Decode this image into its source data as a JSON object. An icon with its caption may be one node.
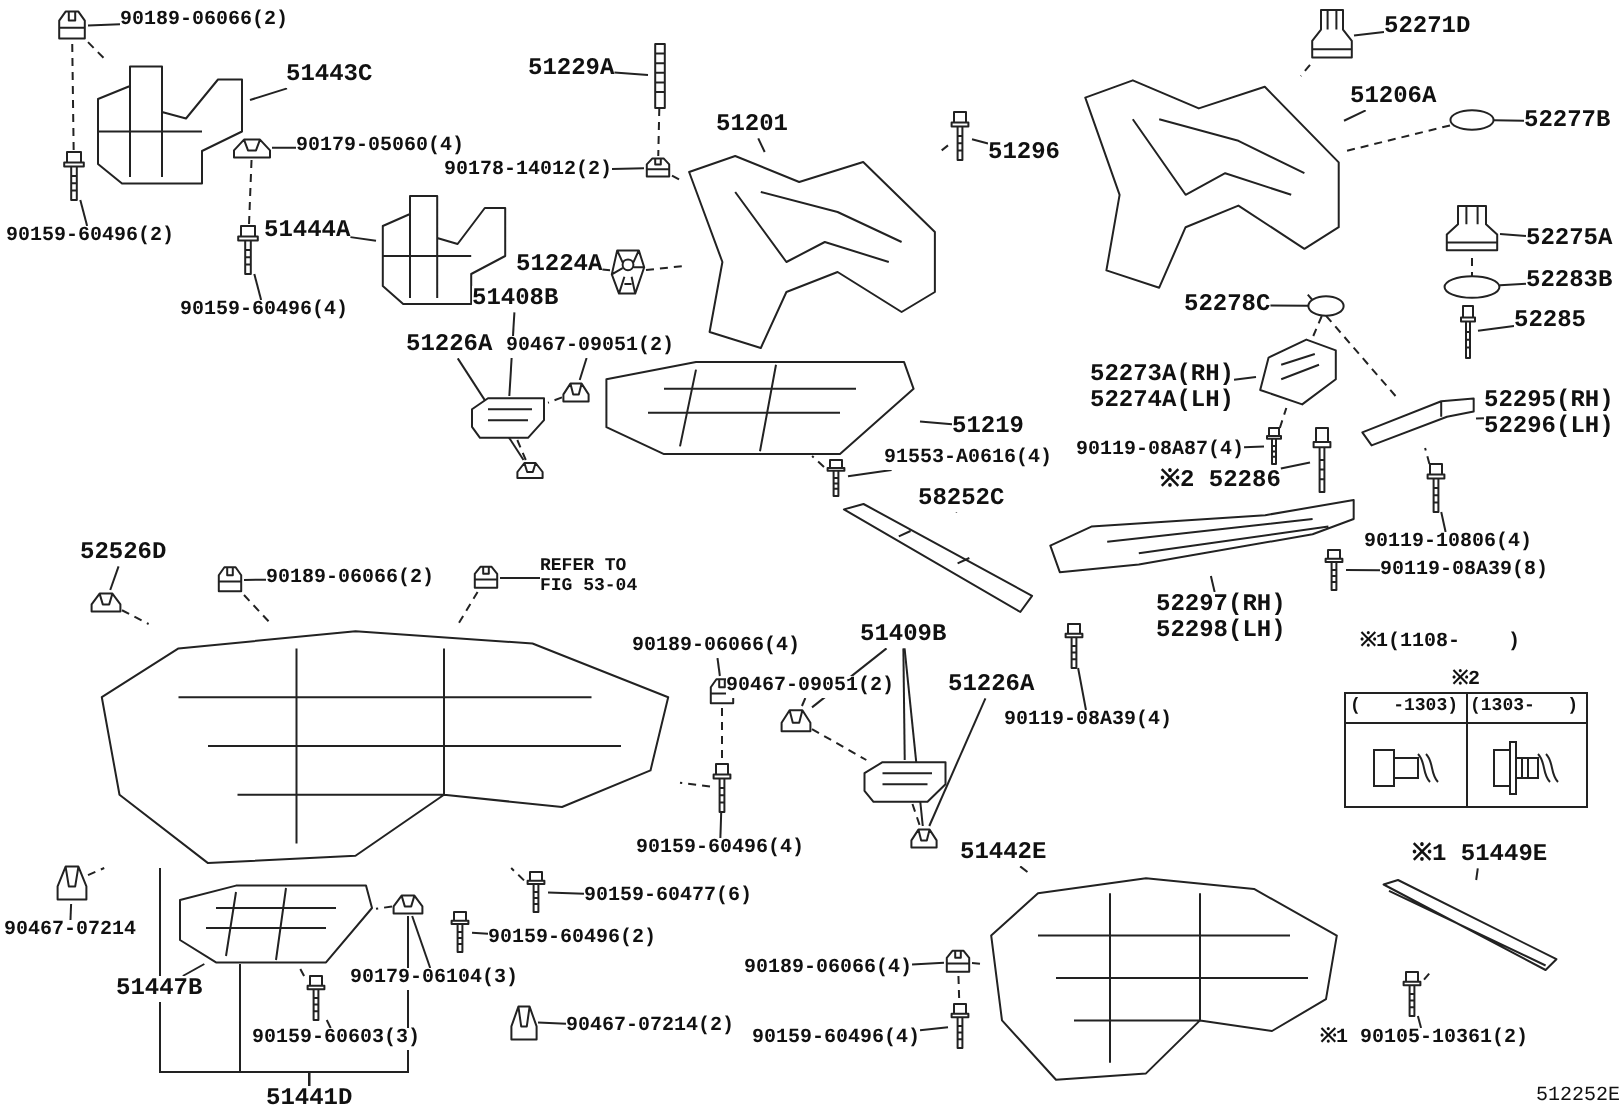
{
  "diagram": {
    "nodes": [
      {
        "text": [
          "90189-06066(2)"
        ]
      },
      {
        "text": [],
        "shape": "picture"
      },
      {
        "text": [
          "51443C"
        ]
      },
      {
        "text": [],
        "shape": "picture"
      },
      {
        "text": [
          "90179-05060(4)"
        ]
      },
      {
        "text": [],
        "shape": "picture"
      },
      {
        "text": [
          "90159-60496(2)"
        ]
      },
      {
        "text": [],
        "shape": "picture"
      },
      {
        "text": [
          "51444A"
        ]
      },
      {
        "text": [],
        "shape": "picture"
      },
      {
        "text": [
          "90159-60496(4)"
        ]
      },
      {
        "text": [],
        "shape": "picture"
      },
      {
        "text": [
          "51229A"
        ]
      },
      {
        "text": [],
        "shape": "picture"
      },
      {
        "text": [
          "90178-14012(2)"
        ]
      },
      {
        "text": [],
        "shape": "picture"
      },
      {
        "text": [
          "51201"
        ]
      },
      {
        "text": [],
        "shape": "picture"
      },
      {
        "text": [
          "51296"
        ]
      },
      {
        "text": [],
        "shape": "picture"
      },
      {
        "text": [
          "51224A"
        ]
      },
      {
        "text": [],
        "shape": "picture"
      },
      {
        "text": [
          "51408B"
        ]
      },
      {
        "text": [
          "51226A"
        ]
      },
      {
        "text": [
          "90467-09051(2)"
        ]
      },
      {
        "text": [],
        "shape": "picture"
      },
      {
        "text": [],
        "shape": "picture"
      },
      {
        "text": [],
        "shape": "picture"
      },
      {
        "text": [
          "51219"
        ]
      },
      {
        "text": [],
        "shape": "picture"
      },
      {
        "text": [
          "91553-A0616(4)"
        ]
      },
      {
        "text": [],
        "shape": "picture"
      },
      {
        "text": [
          "58252C"
        ]
      },
      {
        "text": [],
        "shape": "picture"
      },
      {
        "text": [
          "52271D"
        ]
      },
      {
        "text": [],
        "shape": "picture"
      },
      {
        "text": [
          "51206A"
        ]
      },
      {
        "text": [],
        "shape": "picture"
      },
      {
        "text": [
          "52277B"
        ]
      },
      {
        "text": [],
        "shape": "circle"
      },
      {
        "text": [
          "52275A"
        ]
      },
      {
        "text": [],
        "shape": "picture"
      },
      {
        "text": [
          "52283B"
        ]
      },
      {
        "text": [],
        "shape": "circle"
      },
      {
        "text": [
          "52285"
        ]
      },
      {
        "text": [],
        "shape": "picture"
      },
      {
        "text": [
          "52278C"
        ]
      },
      {
        "text": [],
        "shape": "circle"
      },
      {
        "text": [
          "52273A(RH)",
          "52274A(LH)"
        ]
      },
      {
        "text": [],
        "shape": "picture"
      },
      {
        "text": [
          "52295(RH)",
          "52296(LH)"
        ]
      },
      {
        "text": [],
        "shape": "picture"
      },
      {
        "text": [
          "90119-08A87(4)"
        ]
      },
      {
        "text": [],
        "shape": "picture"
      },
      {
        "text": [
          "※2 52286"
        ]
      },
      {
        "text": [],
        "shape": "picture"
      },
      {
        "text": [
          "90119-10806(4)"
        ]
      },
      {
        "text": [],
        "shape": "picture"
      },
      {
        "text": [
          "90119-08A39(8)"
        ]
      },
      {
        "text": [],
        "shape": "picture"
      },
      {
        "text": [
          "52297(RH)",
          "52298(LH)"
        ]
      },
      {
        "text": [],
        "shape": "picture"
      },
      {
        "text": [
          "90119-08A39(4)"
        ]
      },
      {
        "text": [],
        "shape": "picture"
      },
      {
        "text": [
          "52526D"
        ]
      },
      {
        "text": [],
        "shape": "picture"
      },
      {
        "text": [
          "90189-06066(2)"
        ]
      },
      {
        "text": [],
        "shape": "picture"
      },
      {
        "text": [
          "REFER TO FIG 53-04"
        ]
      },
      {
        "text": [],
        "shape": "picture"
      },
      {
        "text": [],
        "shape": "picture"
      },
      {
        "text": [
          "90189-06066(4)"
        ]
      },
      {
        "text": [],
        "shape": "picture"
      },
      {
        "text": [
          "90467-09051(2)"
        ]
      },
      {
        "text": [],
        "shape": "picture"
      },
      {
        "text": [
          "51409B"
        ]
      },
      {
        "text": [
          "51226A"
        ]
      },
      {
        "text": [],
        "shape": "picture"
      },
      {
        "text": [],
        "shape": "picture"
      },
      {
        "text": [
          "90159-60496(4)"
        ]
      },
      {
        "text": [],
        "shape": "picture"
      },
      {
        "text": [
          "90159-60477(6)"
        ]
      },
      {
        "text": [],
        "shape": "picture"
      },
      {
        "text": [
          "90159-60496(2)"
        ]
      },
      {
        "text": [],
        "shape": "picture"
      },
      {
        "text": [
          "90467-07214(2)"
        ]
      },
      {
        "text": [],
        "shape": "picture"
      },
      {
        "text": [
          "90467-07214"
        ]
      },
      {
        "text": [],
        "shape": "picture"
      },
      {
        "text": [
          "51447B"
        ]
      },
      {
        "text": [],
        "shape": "picture"
      },
      {
        "text": [
          "90179-06104(3)"
        ]
      },
      {
        "text": [],
        "shape": "picture"
      },
      {
        "text": [
          "90159-60603(3)"
        ]
      },
      {
        "text": [],
        "shape": "picture"
      },
      {
        "text": [
          "51441D"
        ]
      },
      {
        "text": [
          "51442E"
        ]
      },
      {
        "text": [],
        "shape": "picture"
      },
      {
        "text": [
          "90189-06066(4)"
        ]
      },
      {
        "text": [],
        "shape": "picture"
      },
      {
        "text": [
          "90159-60496(4)"
        ]
      },
      {
        "text": [],
        "shape": "picture"
      },
      {
        "text": [
          "※1 51449E"
        ]
      },
      {
        "text": [],
        "shape": "picture"
      },
      {
        "text": [
          "※1 90105-10361(2)"
        ]
      },
      {
        "text": [],
        "shape": "picture"
      }
    ],
    "edges": [
      {
        "from": 0,
        "to": 1,
        "arrow": "none"
      },
      {
        "from": 2,
        "to": 3,
        "arrow": "none"
      },
      {
        "from": 4,
        "to": 5,
        "arrow": "none"
      },
      {
        "from": 6,
        "to": 7,
        "arrow": "none"
      },
      {
        "from": 8,
        "to": 9,
        "arrow": "none"
      },
      {
        "from": 10,
        "to": 11,
        "arrow": "none"
      },
      {
        "from": 12,
        "to": 13,
        "arrow": "none"
      },
      {
        "from": 14,
        "to": 15,
        "arrow": "none"
      },
      {
        "from": 16,
        "to": 17,
        "arrow": "none"
      },
      {
        "from": 18,
        "to": 19,
        "arrow": "none"
      },
      {
        "from": 20,
        "to": 21,
        "arrow": "none"
      },
      {
        "from": 22,
        "to": 26,
        "arrow": "none"
      },
      {
        "from": 23,
        "to": 27,
        "arrow": "none"
      },
      {
        "from": 24,
        "to": 25,
        "arrow": "none"
      },
      {
        "from": 28,
        "to": 29,
        "arrow": "none"
      },
      {
        "from": 30,
        "to": 31,
        "arrow": "none"
      },
      {
        "from": 32,
        "to": 33,
        "arrow": "none"
      },
      {
        "from": 34,
        "to": 35,
        "arrow": "none"
      },
      {
        "from": 36,
        "to": 37,
        "arrow": "none"
      },
      {
        "from": 38,
        "to": 39,
        "arrow": "none"
      },
      {
        "from": 40,
        "to": 41,
        "arrow": "none"
      },
      {
        "from": 42,
        "to": 43,
        "arrow": "none"
      },
      {
        "from": 44,
        "to": 45,
        "arrow": "none"
      },
      {
        "from": 46,
        "to": 47,
        "arrow": "none"
      },
      {
        "from": 48,
        "to": 49,
        "arrow": "none"
      },
      {
        "from": 50,
        "to": 51,
        "arrow": "none"
      },
      {
        "from": 52,
        "to": 53,
        "arrow": "none"
      },
      {
        "from": 54,
        "to": 55,
        "arrow": "none"
      },
      {
        "from": 56,
        "to": 57,
        "arrow": "none"
      },
      {
        "from": 58,
        "to": 59,
        "arrow": "none"
      },
      {
        "from": 60,
        "to": 61,
        "arrow": "none"
      },
      {
        "from": 62,
        "to": 63,
        "arrow": "none"
      },
      {
        "from": 64,
        "to": 65,
        "arrow": "none"
      },
      {
        "from": 66,
        "to": 67,
        "arrow": "none"
      },
      {
        "from": 68,
        "to": 69,
        "arrow": "none"
      },
      {
        "from": 71,
        "to": 72,
        "arrow": "none"
      },
      {
        "from": 73,
        "to": 74,
        "arrow": "none"
      },
      {
        "from": 75,
        "to": 74,
        "arrow": "none"
      },
      {
        "from": 75,
        "to": 77,
        "arrow": "none"
      },
      {
        "from": 75,
        "to": 78,
        "arrow": "none"
      },
      {
        "from": 76,
        "to": 78,
        "arrow": "none"
      },
      {
        "from": 79,
        "to": 80,
        "arrow": "none"
      },
      {
        "from": 81,
        "to": 82,
        "arrow": "none"
      },
      {
        "from": 83,
        "to": 84,
        "arrow": "none"
      },
      {
        "from": 85,
        "to": 86,
        "arrow": "none"
      },
      {
        "from": 87,
        "to": 88,
        "arrow": "none"
      },
      {
        "from": 89,
        "to": 90,
        "arrow": "none"
      },
      {
        "from": 91,
        "to": 92,
        "arrow": "none"
      },
      {
        "from": 93,
        "to": 94,
        "arrow": "none"
      },
      {
        "from": 95,
        "to": 70,
        "arrow": "none"
      },
      {
        "from": 95,
        "to": 90,
        "arrow": "none"
      },
      {
        "from": 95,
        "to": 92,
        "arrow": "none"
      },
      {
        "from": 96,
        "to": 97,
        "arrow": "none"
      },
      {
        "from": 98,
        "to": 99,
        "arrow": "none"
      },
      {
        "from": 100,
        "to": 101,
        "arrow": "none"
      },
      {
        "from": 102,
        "to": 103,
        "arrow": "none"
      },
      {
        "from": 104,
        "to": 105,
        "arrow": "none"
      },
      {
        "from": 1,
        "to": 7,
        "arrow": "none",
        "style": "dashed"
      },
      {
        "from": 1,
        "to": 3,
        "arrow": "none",
        "style": "dashed"
      },
      {
        "from": 5,
        "to": 11,
        "arrow": "none",
        "style": "dashed"
      },
      {
        "from": 13,
        "to": 15,
        "arrow": "none",
        "style": "dashed"
      },
      {
        "from": 15,
        "to": 17,
        "arrow": "none",
        "style": "dashed"
      },
      {
        "from": 19,
        "to": 17,
        "arrow": "none",
        "style": "dashed"
      },
      {
        "from": 21,
        "to": 17,
        "arrow": "none",
        "style": "dashed"
      },
      {
        "from": 31,
        "to": 29,
        "arrow": "none",
        "style": "dashed"
      },
      {
        "from": 35,
        "to": 37,
        "arrow": "none",
        "style": "dashed"
      },
      {
        "from": 39,
        "to": 37,
        "arrow": "none",
        "style": "dashed"
      },
      {
        "from": 41,
        "to": 43,
        "arrow": "none",
        "style": "dashed"
      },
      {
        "from": 47,
        "to": 49,
        "arrow": "none",
        "style": "dashed"
      },
      {
        "from": 53,
        "to": 49,
        "arrow": "none",
        "style": "dashed"
      },
      {
        "from": 57,
        "to": 51,
        "arrow": "none",
        "style": "dashed"
      },
      {
        "from": 51,
        "to": 37,
        "arrow": "none",
        "style": "dashed"
      },
      {
        "from": 25,
        "to": 26,
        "arrow": "none",
        "style": "dashed"
      },
      {
        "from": 26,
        "to": 27,
        "arrow": "none",
        "style": "dashed"
      },
      {
        "from": 67,
        "to": 70,
        "arrow": "none",
        "style": "dashed"
      },
      {
        "from": 69,
        "to": 70,
        "arrow": "none",
        "style": "dashed"
      },
      {
        "from": 65,
        "to": 70,
        "arrow": "none",
        "style": "dashed"
      },
      {
        "from": 72,
        "to": 80,
        "arrow": "none",
        "style": "dashed"
      },
      {
        "from": 80,
        "to": 70,
        "arrow": "none",
        "style": "dashed"
      },
      {
        "from": 82,
        "to": 70,
        "arrow": "none",
        "style": "dashed"
      },
      {
        "from": 88,
        "to": 70,
        "arrow": "none",
        "style": "dashed"
      },
      {
        "from": 94,
        "to": 90,
        "arrow": "none",
        "style": "dashed"
      },
      {
        "from": 92,
        "to": 90,
        "arrow": "none",
        "style": "dashed"
      },
      {
        "from": 74,
        "to": 77,
        "arrow": "none",
        "style": "dashed"
      },
      {
        "from": 77,
        "to": 78,
        "arrow": "none",
        "style": "dashed"
      },
      {
        "from": 99,
        "to": 101,
        "arrow": "none",
        "style": "dashed"
      },
      {
        "from": 99,
        "to": 97,
        "arrow": "none",
        "style": "dashed"
      },
      {
        "from": 105,
        "to": 103,
        "arrow": "none",
        "style": "dashed"
      }
    ],
    "labels": [
      "※1(1108-    )",
      "※2",
      "(   -1303)",
      "(1303-   )",
      "512252E"
    ]
  }
}
